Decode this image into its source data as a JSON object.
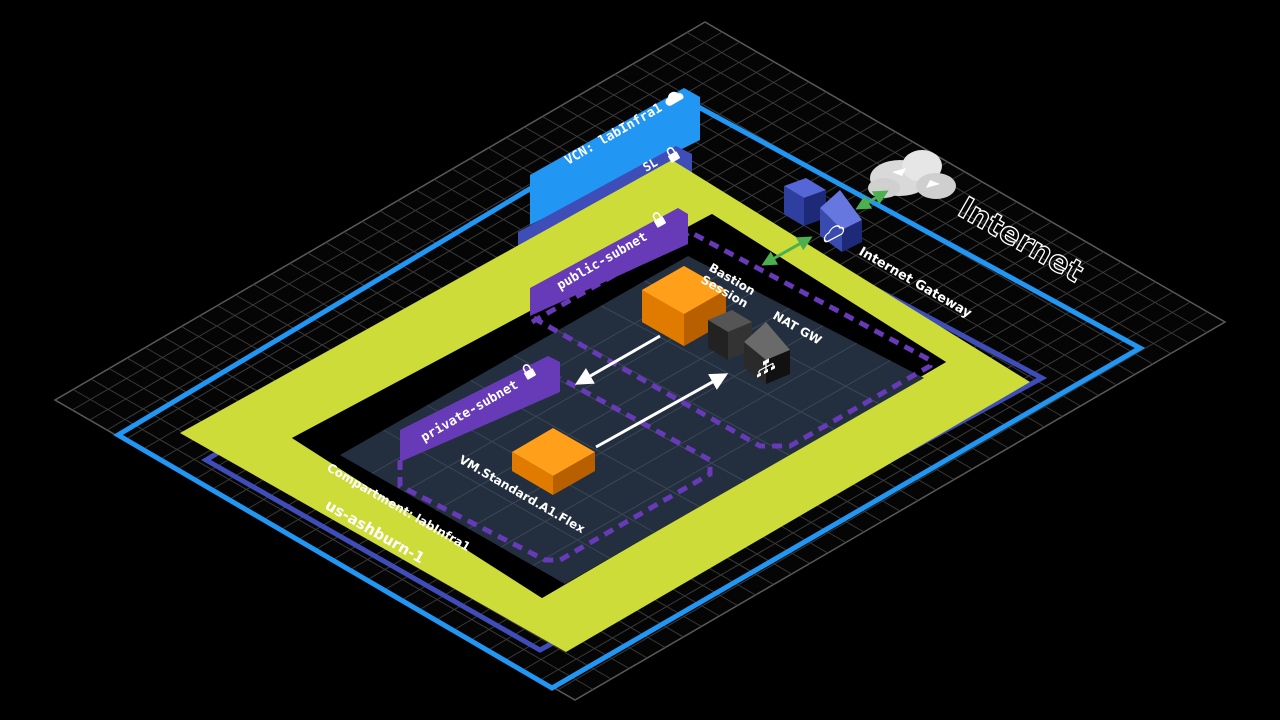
{
  "labels": {
    "vcn": "VCN: labInfra1",
    "sl": "SL",
    "public_subnet": "public-subnet",
    "private_subnet": "private-subnet",
    "bastion_line1": "Bastion",
    "bastion_line2": "Session",
    "nat_gw": "NAT GW",
    "internet_gateway": "Internet Gateway",
    "internet": "Internet",
    "vm_shape": "VM.Standard.A1.Flex",
    "compartment": "Compartment: labInfra1",
    "region": "us-ashburn-1"
  },
  "colors": {
    "background": "#000000",
    "grid": "#4a4a4a",
    "vcn_blue": "#2196f3",
    "security_list": "#3f4db8",
    "compartment_lime": "#cddc39",
    "subnet_dark": "#232f3e",
    "subnet_purple": "#673ab7",
    "compute_orange": "#f08c00",
    "gateway_blue": "#2f3f9f",
    "link_green": "#4caf50"
  },
  "icons": [
    "vcn-cloud-icon",
    "lock-icon",
    "cloud-icon",
    "router-icon",
    "internet-cloud-icon"
  ]
}
